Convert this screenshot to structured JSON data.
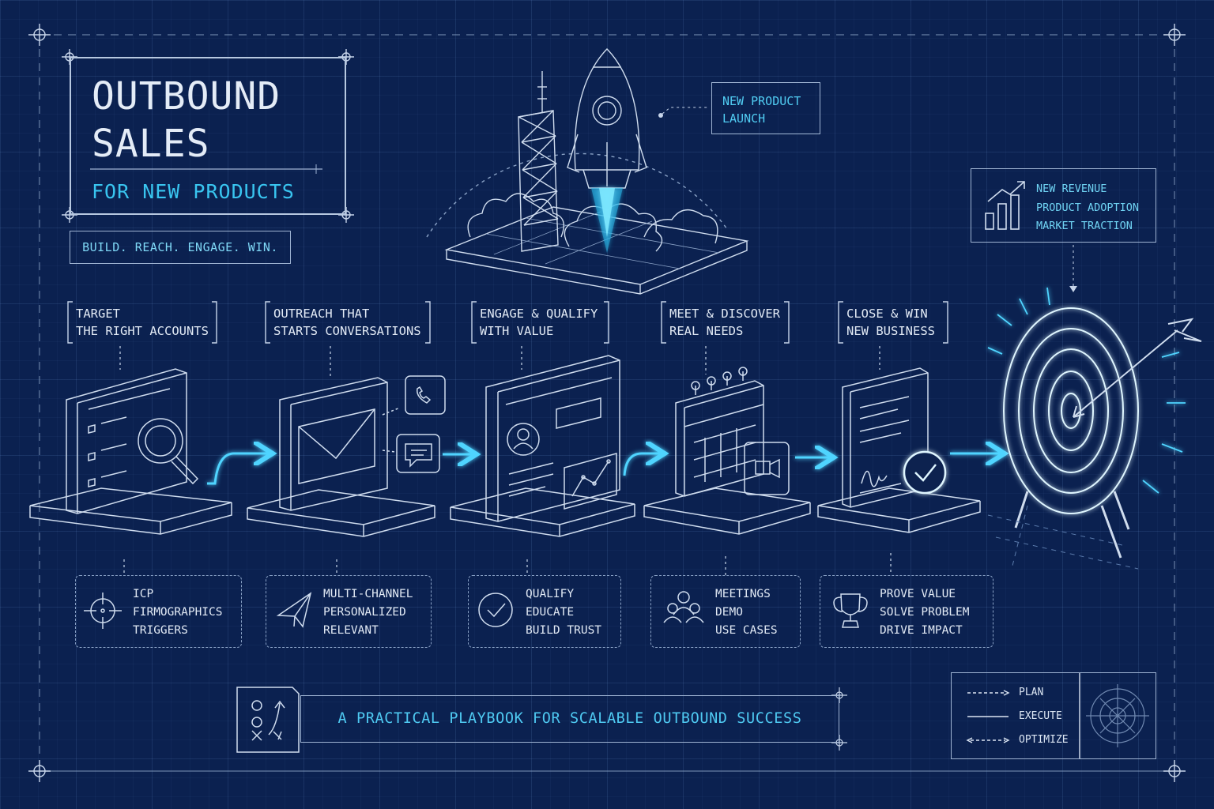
{
  "title": {
    "line1": "OUTBOUND",
    "line2": "SALES",
    "subtitle": "FOR NEW PRODUCTS"
  },
  "tagline": "BUILD. REACH. ENGAGE. WIN.",
  "launch": {
    "line1": "NEW PRODUCT",
    "line2": "LAUNCH"
  },
  "results": [
    "NEW REVENUE",
    "PRODUCT ADOPTION",
    "MARKET TRACTION"
  ],
  "steps": [
    {
      "label1": "TARGET",
      "label2": "THE RIGHT ACCOUNTS",
      "details": [
        "ICP",
        "FIRMOGRAPHICS",
        "TRIGGERS"
      ],
      "icon": "crosshair-icon"
    },
    {
      "label1": "OUTREACH THAT",
      "label2": "STARTS CONVERSATIONS",
      "details": [
        "MULTI-CHANNEL",
        "PERSONALIZED",
        "RELEVANT"
      ],
      "icon": "paper-plane-icon"
    },
    {
      "label1": "ENGAGE & QUALIFY",
      "label2": "WITH VALUE",
      "details": [
        "QUALIFY",
        "EDUCATE",
        "BUILD TRUST"
      ],
      "icon": "check-circle-icon"
    },
    {
      "label1": "MEET & DISCOVER",
      "label2": "REAL NEEDS",
      "details": [
        "MEETINGS",
        "DEMO",
        "USE CASES"
      ],
      "icon": "people-icon"
    },
    {
      "label1": "CLOSE & WIN",
      "label2": "NEW BUSINESS",
      "details": [
        "PROVE VALUE",
        "SOLVE PROBLEM",
        "DRIVE IMPACT"
      ],
      "icon": "trophy-icon"
    }
  ],
  "playbook": "A PRACTICAL PLAYBOOK FOR SCALABLE OUTBOUND SUCCESS",
  "legend": [
    "PLAN",
    "EXECUTE",
    "OPTIMIZE"
  ],
  "colors": {
    "background": "#0b2150",
    "accent": "#39c5f0",
    "line": "#b7c8e0"
  }
}
